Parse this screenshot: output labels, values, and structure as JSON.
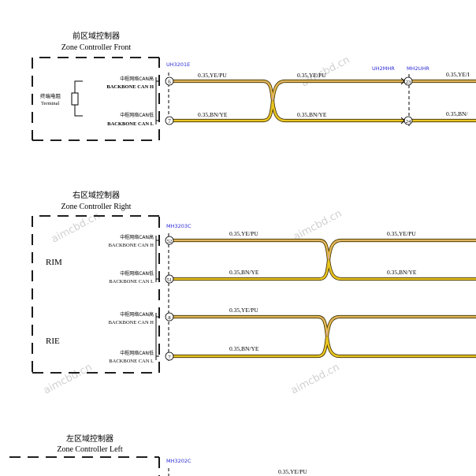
{
  "colors": {
    "wire_yellow": "#e8c51e",
    "wire_dark": "#3a2a0a",
    "wire_purple_trace": "#d49ac9",
    "connector_blue": "#2b2bd8",
    "line": "#000000",
    "watermark": "#c9c9c9"
  },
  "watermark": "aimcbd.cn",
  "front": {
    "title_cn": "前区域控制器",
    "title_en": "Zone Controller Front",
    "terminal_cn": "终端电阻",
    "terminal_en": "Terminal",
    "can_h_cn": "中枢网络CAN高",
    "can_h_en": "BACKBONE CAN H",
    "can_l_cn": "中枢网络CAN低",
    "can_l_en": "BACKBONE CAN L",
    "connector_left": "UH3201E",
    "connector_mid1": "UH2MHR",
    "connector_mid2": "MH2UHR",
    "pin_h": "6",
    "pin_l": "7",
    "pin_mid_h": "23",
    "pin_mid_l": "24",
    "wire_h_1": "0.35,YE/PU",
    "wire_h_2": "0.35,YE/PU",
    "wire_h_3": "0.35,YE/I",
    "wire_l_1": "0.35,BN/YE",
    "wire_l_2": "0.35,BN/YE",
    "wire_l_3": "0.35,BN/"
  },
  "right": {
    "title_cn": "右区域控制器",
    "title_en": "Zone Controller Right",
    "connector": "MH3203C",
    "rim": {
      "label": "RIM",
      "can_h_cn": "中枢网络CAN高",
      "can_h_en": "BACKBONE CAN H",
      "can_l_cn": "中枢网络CAN低",
      "can_l_en": "BACKBONE CAN L",
      "pin_h": "52",
      "pin_l": "51",
      "wire_h_1": "0.35,YE/PU",
      "wire_h_2": "0.35,YE/PU",
      "wire_l_1": "0.35,BN/YE",
      "wire_l_2": "0.35,BN/YE"
    },
    "rie": {
      "label": "RIE",
      "can_h_cn": "中枢网络CAN高",
      "can_h_en": "BACKBONE CAN H",
      "can_l_cn": "中枢网络CAN低",
      "can_l_en": "BACKBONE CAN L",
      "pin_h": "8",
      "pin_l": "7",
      "wire_h_1": "0.35,YE/PU",
      "wire_l_1": "0.35,BN/YE"
    }
  },
  "left": {
    "title_cn": "左区域控制器",
    "title_en": "Zone Controller Left",
    "connector": "MH3202C",
    "wire_h_1": "0.35,YE/PU"
  }
}
